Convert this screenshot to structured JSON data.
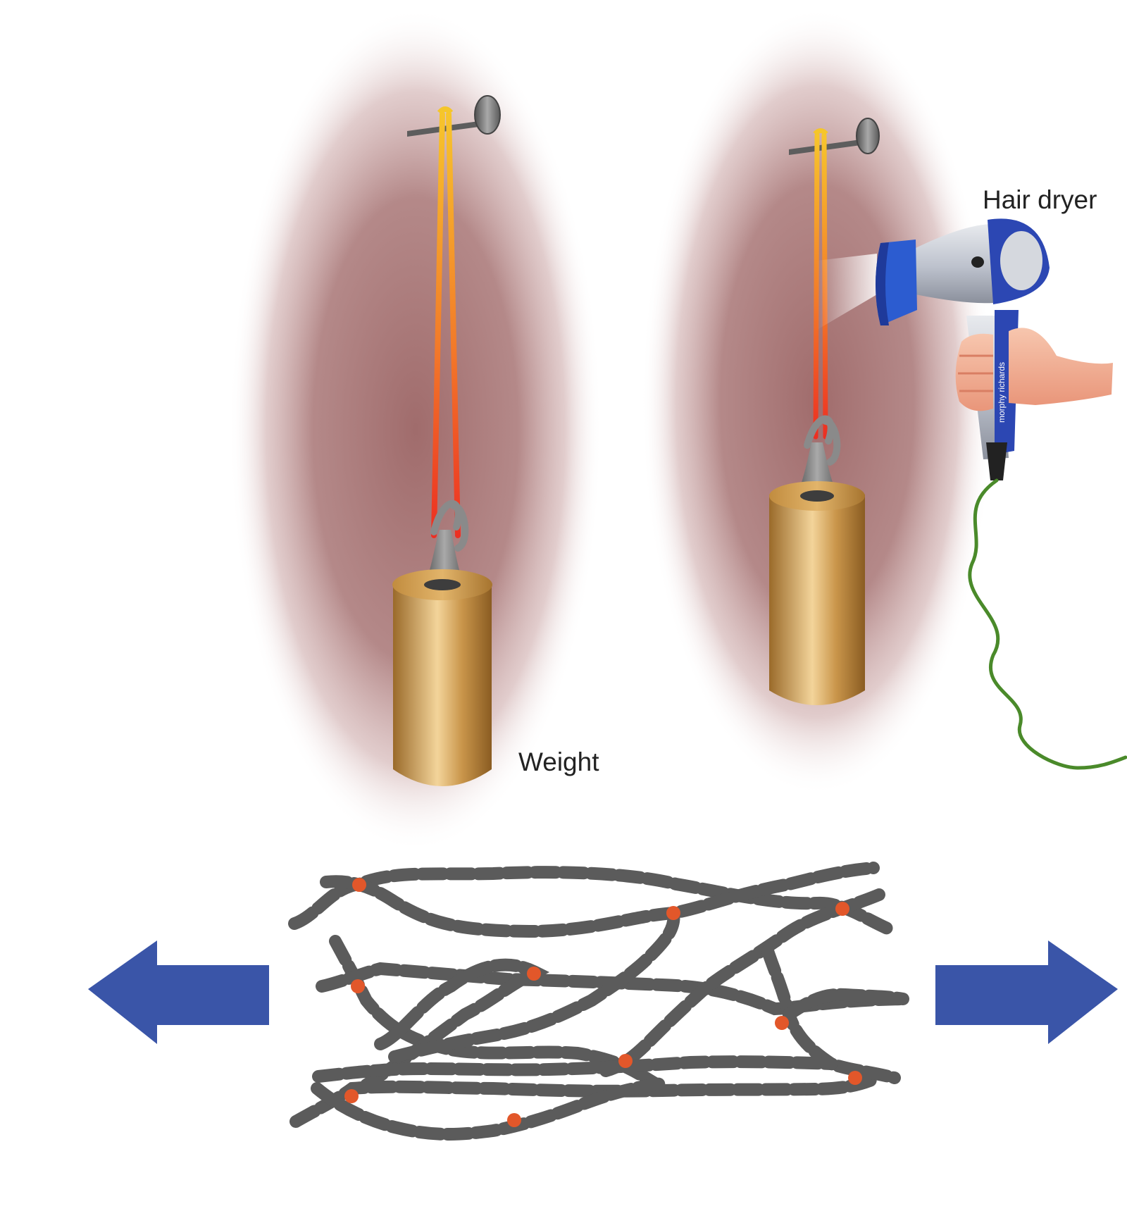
{
  "labels": {
    "weight": "Weight",
    "hair_dryer": "Hair dryer",
    "dryer_brand": "morphy richards"
  },
  "colors": {
    "halo": "#9e6a6a",
    "band_top": "#f5c62a",
    "band_bottom": "#ef3322",
    "weight_body": "#b8843a",
    "weight_light": "#f1d39a",
    "hook": "#6e6e6e",
    "dryer_blue": "#2c47b3",
    "dryer_silver": "#c9cdd6",
    "skin": "#f5b59a",
    "cord": "#4a8a2a",
    "chain": "#555555",
    "crosslink": "#e2572a",
    "arrow": "#3a55a8"
  },
  "icons": {
    "left_arrow": "arrow-left-icon",
    "right_arrow": "arrow-right-icon",
    "nail": "nail-icon",
    "hook": "hook-icon"
  }
}
